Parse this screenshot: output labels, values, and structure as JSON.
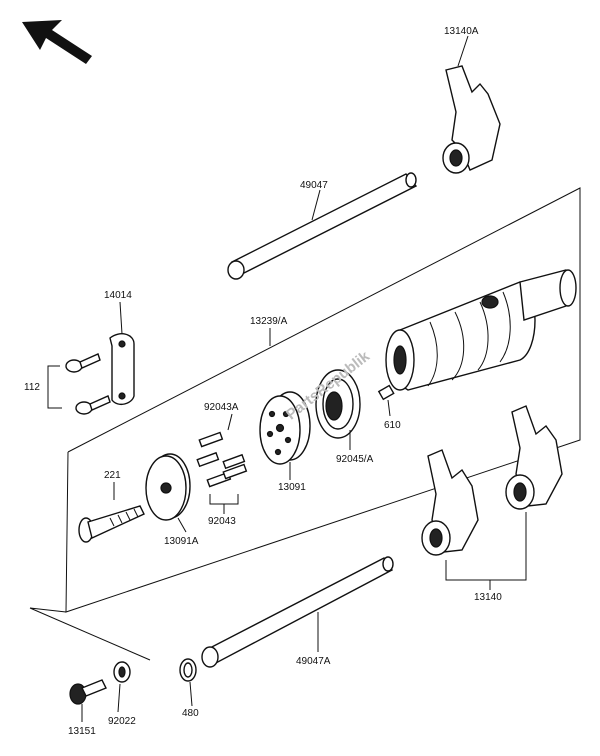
{
  "labels": {
    "l13140A": "13140A",
    "l49047": "49047",
    "l14014": "14014",
    "l13239A": "13239/A",
    "l112": "112",
    "l92043A": "92043A",
    "l610": "610",
    "l221": "221",
    "l13091": "13091",
    "l92045A": "92045/A",
    "l92043": "92043",
    "l13091A": "13091A",
    "l13140": "13140",
    "l49047A": "49047A",
    "l13151": "13151",
    "l92022": "92022",
    "l480": "480"
  },
  "watermark": "PartsRepublik"
}
